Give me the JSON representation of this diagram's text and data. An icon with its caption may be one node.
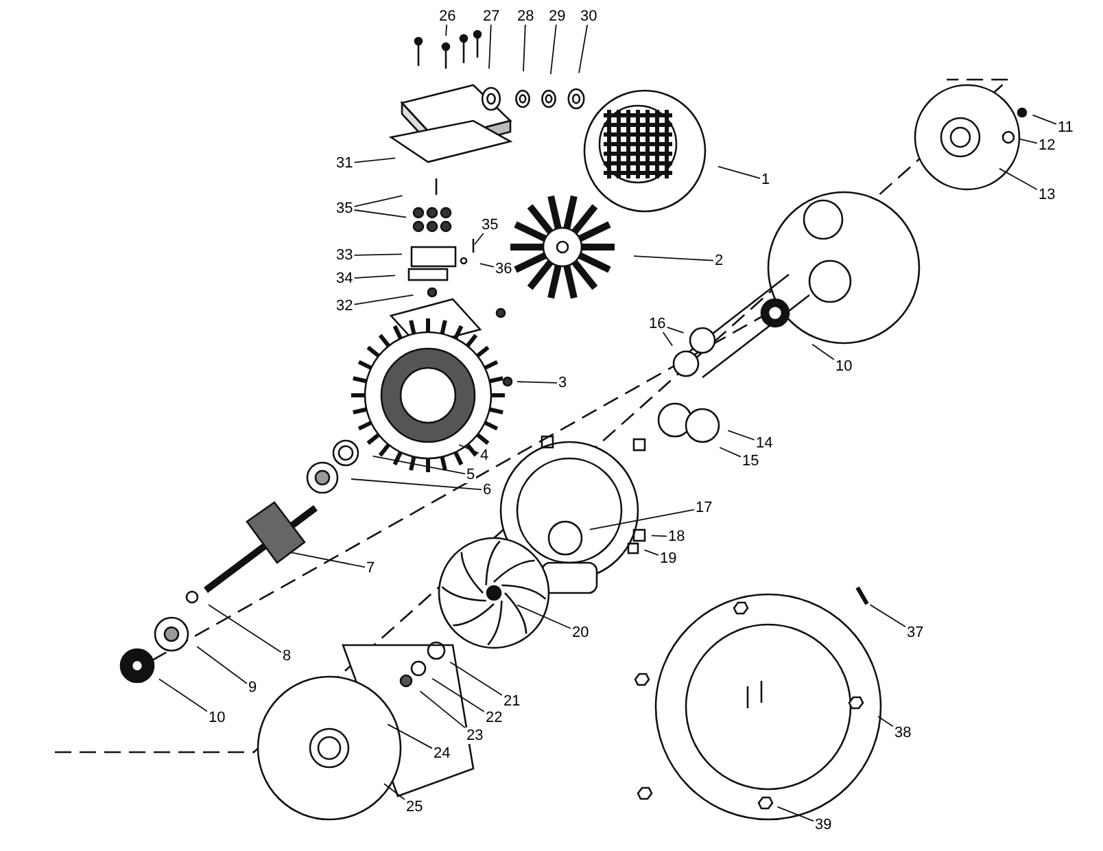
{
  "diagram": {
    "nodes": [
      {
        "text": [
          "26"
        ]
      },
      {
        "text": [
          "27"
        ]
      },
      {
        "text": [
          "28"
        ]
      },
      {
        "text": [
          "29"
        ]
      },
      {
        "text": [
          "30"
        ]
      },
      {
        "text": [
          "11"
        ]
      },
      {
        "text": [
          "12"
        ]
      },
      {
        "text": [
          "31"
        ]
      },
      {
        "text": [
          "1"
        ]
      },
      {
        "text": [
          "13"
        ]
      },
      {
        "text": [
          "35"
        ]
      },
      {
        "text": [
          "35"
        ]
      },
      {
        "text": [
          "2"
        ]
      },
      {
        "text": [
          "33"
        ]
      },
      {
        "text": [
          "36"
        ]
      },
      {
        "text": [
          "34"
        ]
      },
      {
        "text": [
          "32"
        ]
      },
      {
        "text": [
          "16"
        ]
      },
      {
        "text": [
          "10"
        ]
      },
      {
        "text": [
          "3"
        ]
      },
      {
        "text": [
          "14"
        ]
      },
      {
        "text": [
          "4"
        ]
      },
      {
        "text": [
          "15"
        ]
      },
      {
        "text": [
          "5"
        ]
      },
      {
        "text": [
          "6"
        ]
      },
      {
        "text": [
          "17"
        ]
      },
      {
        "text": [
          "18"
        ]
      },
      {
        "text": [
          "19"
        ]
      },
      {
        "text": [
          "7"
        ]
      },
      {
        "text": [
          "20"
        ]
      },
      {
        "text": [
          "37"
        ]
      },
      {
        "text": [
          "8"
        ]
      },
      {
        "text": [
          "9"
        ]
      },
      {
        "text": [
          "21"
        ]
      },
      {
        "text": [
          "22"
        ]
      },
      {
        "text": [
          "10"
        ]
      },
      {
        "text": [
          "23"
        ]
      },
      {
        "text": [
          "38"
        ]
      },
      {
        "text": [
          "24"
        ]
      },
      {
        "text": [
          "25"
        ]
      },
      {
        "text": [
          "39"
        ]
      }
    ],
    "edges": [
      {
        "from": 0,
        "to": null,
        "arrow": "none"
      },
      {
        "from": 1,
        "to": null,
        "arrow": "none"
      },
      {
        "from": 2,
        "to": null,
        "arrow": "none"
      },
      {
        "from": 3,
        "to": null,
        "arrow": "none"
      },
      {
        "from": 4,
        "to": null,
        "arrow": "none"
      },
      {
        "from": 5,
        "to": null,
        "arrow": "none"
      },
      {
        "from": 6,
        "to": null,
        "arrow": "none"
      },
      {
        "from": 7,
        "to": null,
        "arrow": "none"
      },
      {
        "from": 8,
        "to": null,
        "arrow": "none"
      },
      {
        "from": 9,
        "to": null,
        "arrow": "none"
      },
      {
        "from": 10,
        "to": null,
        "arrow": "none"
      },
      {
        "from": 10,
        "to": null,
        "arrow": "none"
      },
      {
        "from": 11,
        "to": null,
        "arrow": "none"
      },
      {
        "from": 12,
        "to": null,
        "arrow": "none"
      },
      {
        "from": 13,
        "to": null,
        "arrow": "none"
      },
      {
        "from": 14,
        "to": null,
        "arrow": "none"
      },
      {
        "from": 15,
        "to": null,
        "arrow": "none"
      },
      {
        "from": 16,
        "to": null,
        "arrow": "none"
      },
      {
        "from": 17,
        "to": null,
        "arrow": "none"
      },
      {
        "from": 17,
        "to": null,
        "arrow": "none"
      },
      {
        "from": 18,
        "to": null,
        "arrow": "none"
      },
      {
        "from": 19,
        "to": null,
        "arrow": "none"
      },
      {
        "from": 20,
        "to": null,
        "arrow": "none"
      },
      {
        "from": 21,
        "to": null,
        "arrow": "none"
      },
      {
        "from": 22,
        "to": null,
        "arrow": "none"
      },
      {
        "from": 23,
        "to": null,
        "arrow": "none"
      },
      {
        "from": 24,
        "to": null,
        "arrow": "none"
      },
      {
        "from": 25,
        "to": null,
        "arrow": "none"
      },
      {
        "from": 26,
        "to": null,
        "arrow": "none"
      },
      {
        "from": 27,
        "to": null,
        "arrow": "none"
      },
      {
        "from": 28,
        "to": null,
        "arrow": "none"
      },
      {
        "from": 29,
        "to": null,
        "arrow": "none"
      },
      {
        "from": 30,
        "to": null,
        "arrow": "none"
      },
      {
        "from": 31,
        "to": null,
        "arrow": "none"
      },
      {
        "from": 32,
        "to": null,
        "arrow": "none"
      },
      {
        "from": 33,
        "to": null,
        "arrow": "none"
      },
      {
        "from": 34,
        "to": null,
        "arrow": "none"
      },
      {
        "from": 35,
        "to": null,
        "arrow": "none"
      },
      {
        "from": 36,
        "to": null,
        "arrow": "none"
      },
      {
        "from": 37,
        "to": null,
        "arrow": "none"
      },
      {
        "from": 38,
        "to": null,
        "arrow": "none"
      },
      {
        "from": 39,
        "to": null,
        "arrow": "none"
      },
      {
        "from": 40,
        "to": null,
        "arrow": "none"
      }
    ]
  }
}
